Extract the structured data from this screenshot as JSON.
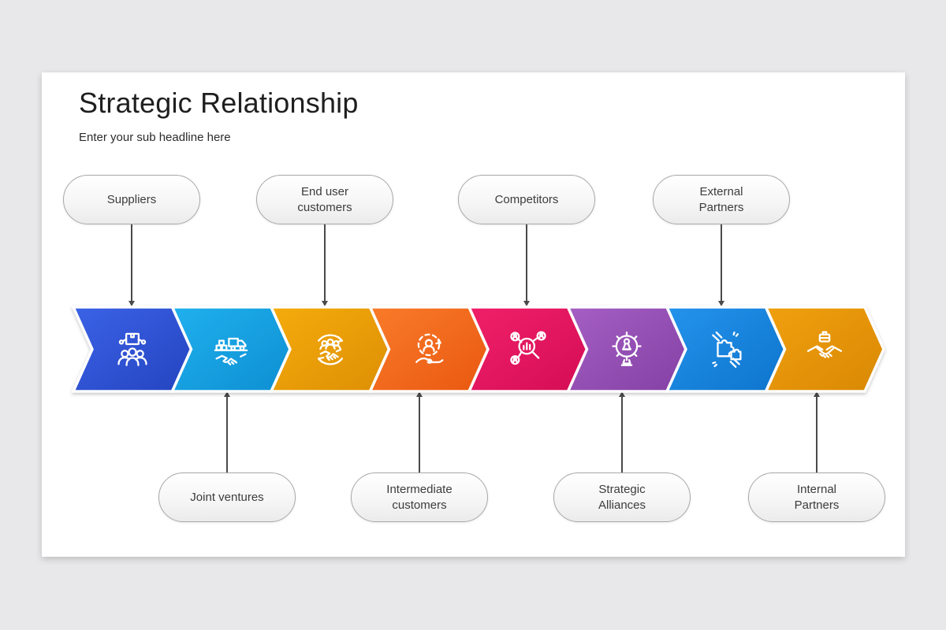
{
  "slide": {
    "title": "Strategic Relationship",
    "subtitle": "Enter your sub headline here"
  },
  "top_nodes": [
    {
      "label": "Suppliers"
    },
    {
      "label": "End user\ncustomers"
    },
    {
      "label": "Competitors"
    },
    {
      "label": "External\nPartners"
    }
  ],
  "bottom_nodes": [
    {
      "label": "Joint ventures"
    },
    {
      "label": "Intermediate\ncustomers"
    },
    {
      "label": "Strategic\nAlliances"
    },
    {
      "label": "Internal\nPartners"
    }
  ],
  "chevrons": [
    {
      "icon": "suppliers-box-team-icon",
      "color_start": "#3b62e6",
      "color_end": "#2444c0"
    },
    {
      "icon": "delivery-truck-handshake-icon",
      "color_start": "#20b0ee",
      "color_end": "#0d8fd2"
    },
    {
      "icon": "customers-handshake-cycle-icon",
      "color_start": "#f5ab0c",
      "color_end": "#dd8f04"
    },
    {
      "icon": "customer-care-cycle-icon",
      "color_start": "#f97b2a",
      "color_end": "#e95810"
    },
    {
      "icon": "competitor-analysis-magnifier-icon",
      "color_start": "#f02068",
      "color_end": "#d40d55"
    },
    {
      "icon": "strategy-gear-chess-icon",
      "color_start": "#a55fc4",
      "color_end": "#8440a4"
    },
    {
      "icon": "puzzle-hands-icon",
      "color_start": "#2493ec",
      "color_end": "#0d74cc"
    },
    {
      "icon": "briefcase-handshake-icon",
      "color_start": "#f0a00e",
      "color_end": "#d98804"
    }
  ],
  "colors": {
    "background": "#e8e8ea",
    "card": "#ffffff",
    "connector": "#4a4a4a",
    "pill_border": "#a8a8a8",
    "pill_fill_top": "#ffffff",
    "pill_fill_bottom": "#ebebeb",
    "icon_stroke": "#ffffff",
    "title_color": "#1f1f1f"
  }
}
